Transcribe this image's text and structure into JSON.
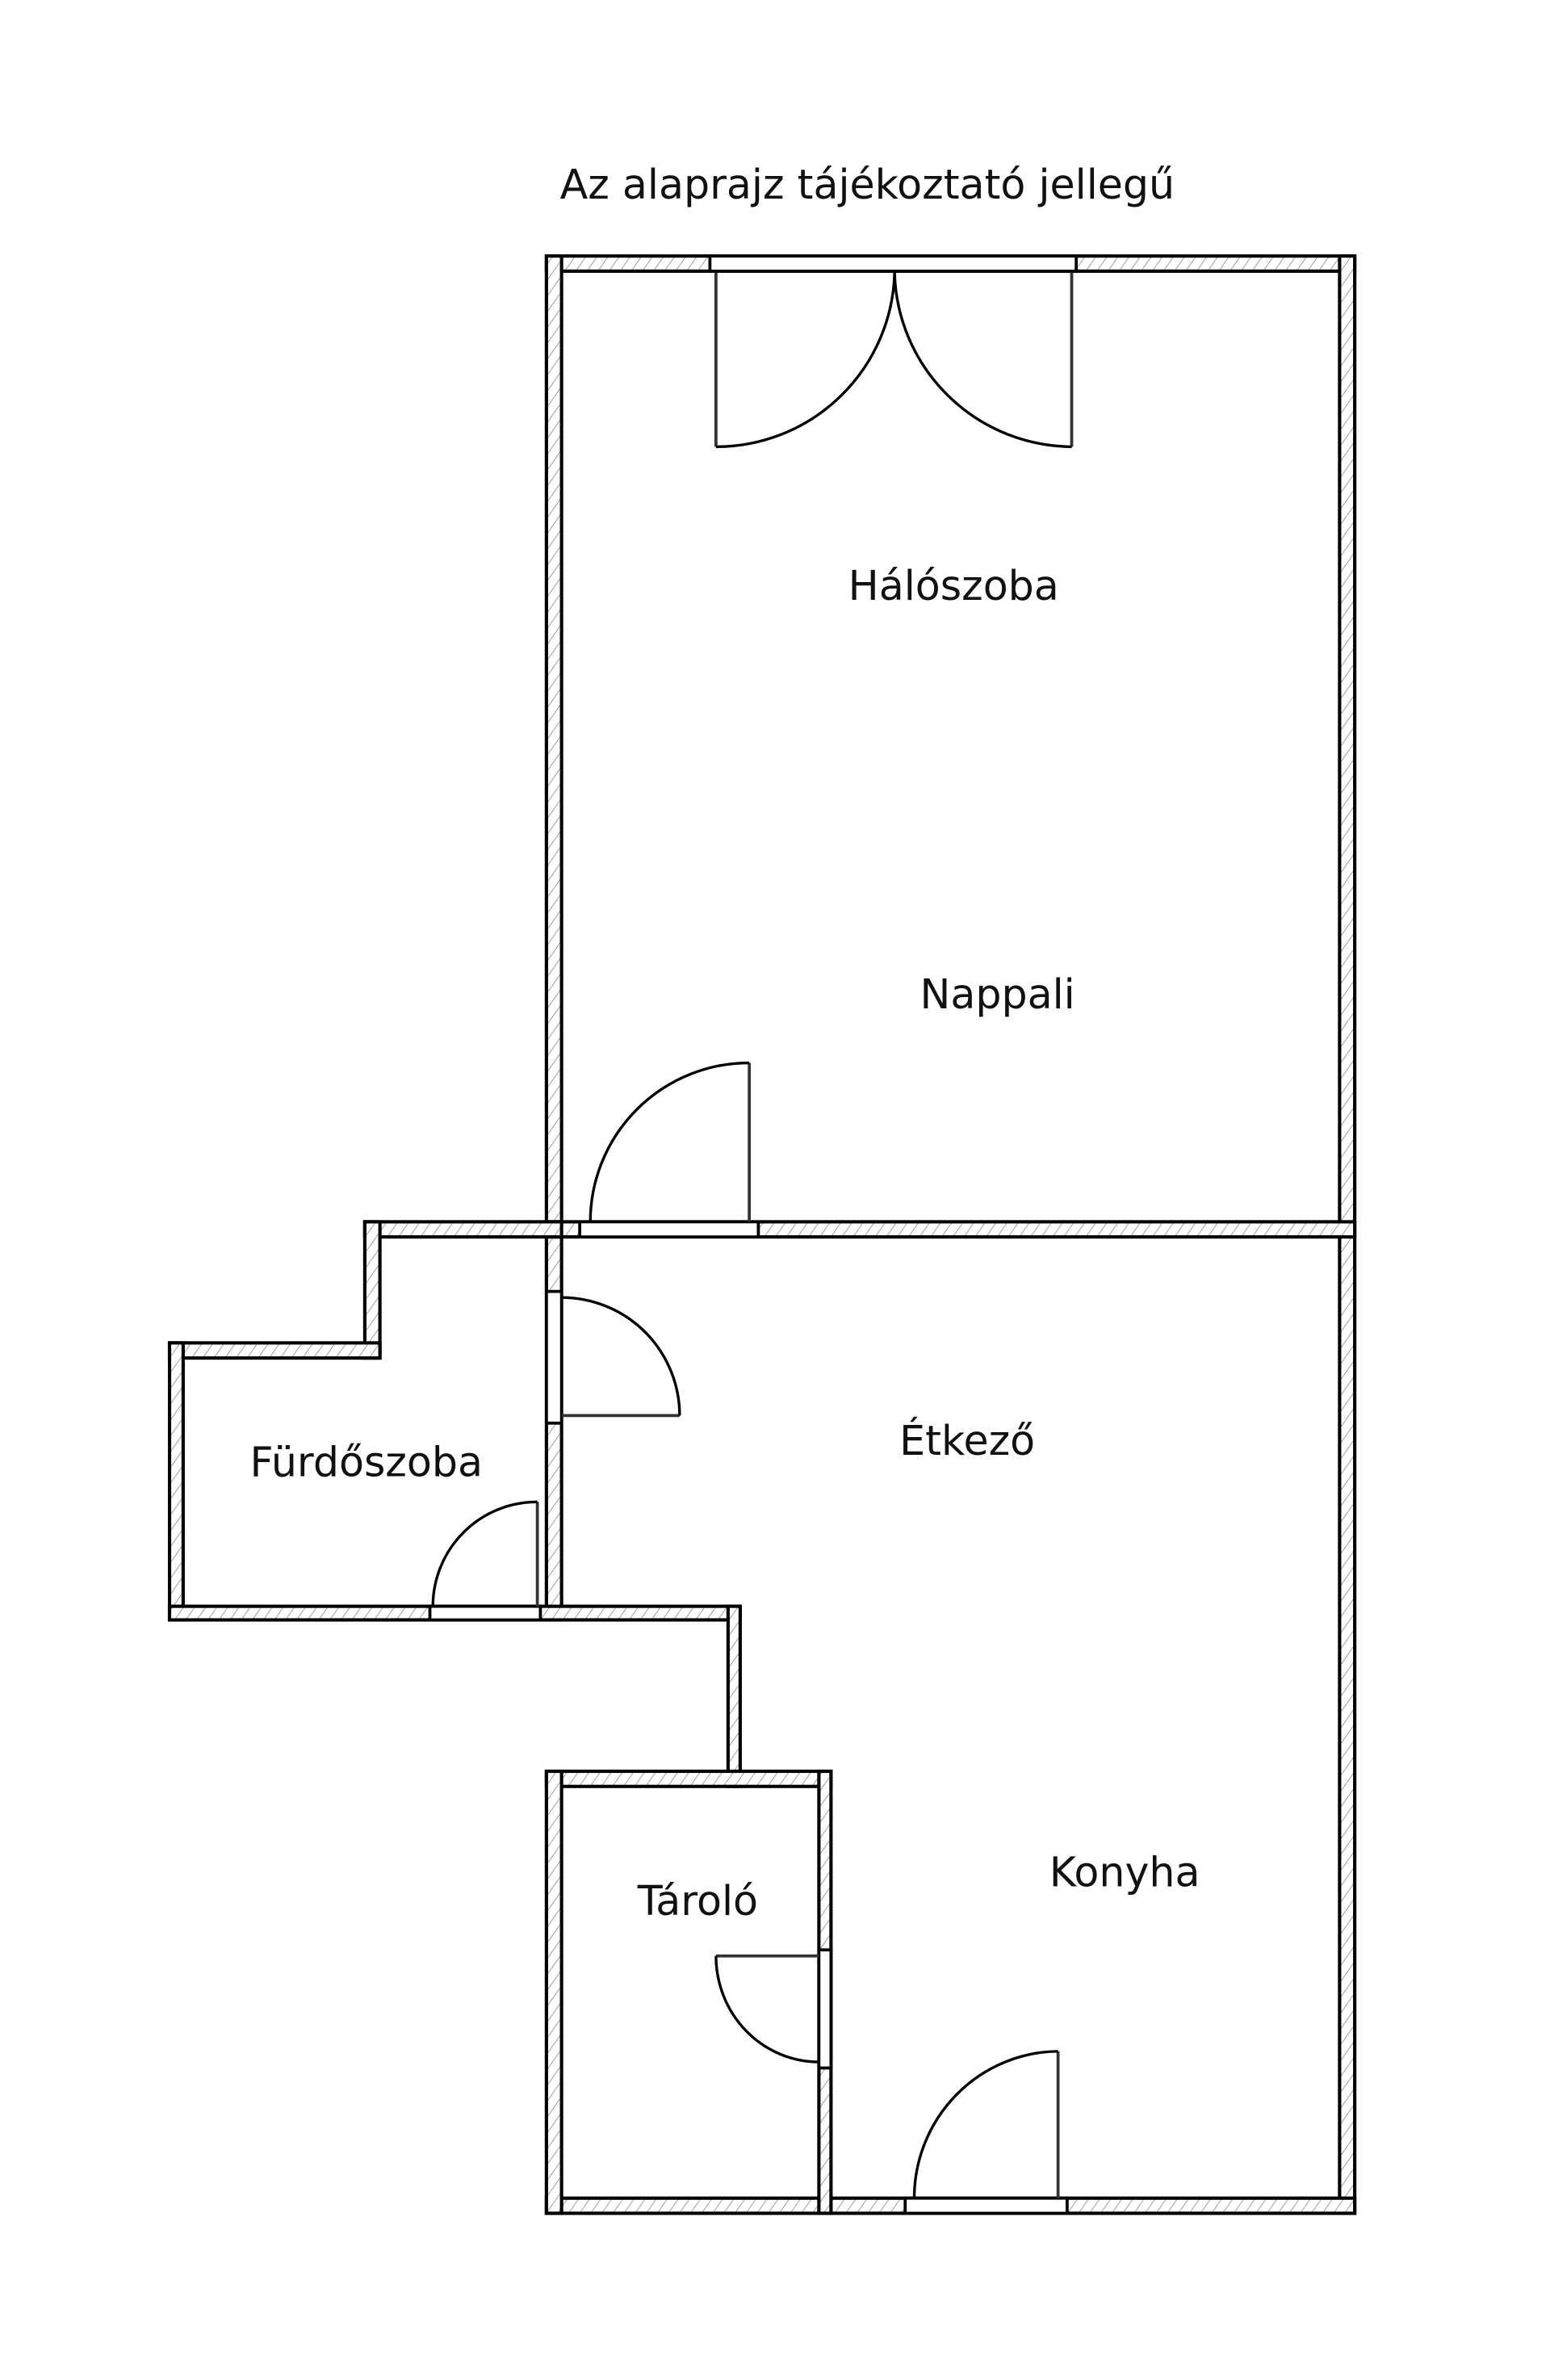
{
  "title": "Az alaprajz tájékoztató jellegű",
  "rooms": {
    "haloszoba": "Hálószoba",
    "nappali": "Nappali",
    "etkezo": "Étkező",
    "furdoszoba": "Fürdőszoba",
    "tarolo": "Tároló",
    "konyha": "Konyha"
  }
}
